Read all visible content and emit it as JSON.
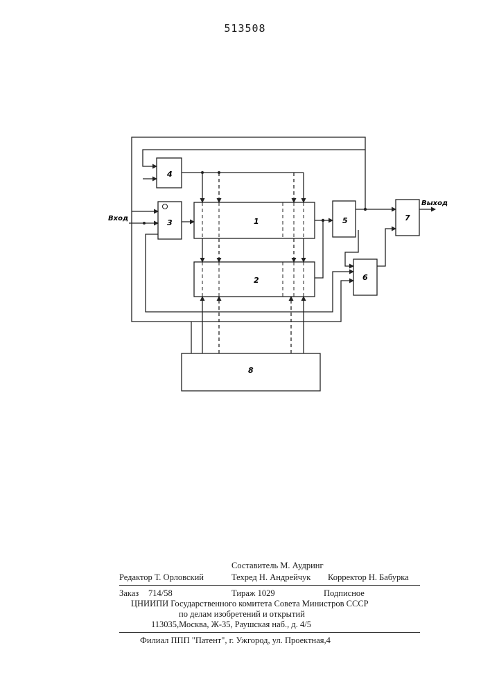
{
  "patent_number": "513508",
  "diagram": {
    "blocks": {
      "b1": "1",
      "b2": "2",
      "b3": "3",
      "b4": "4",
      "b5": "5",
      "b6": "6",
      "b7": "7",
      "b8": "8",
      "b3_marker": "0"
    },
    "input_label": "Вход",
    "output_label": "Выход"
  },
  "colophon": {
    "compiler": "Составитель М. Аудринг",
    "editor": "Редактор Т. Орловский",
    "techred": "Техред Н. Андрейчук",
    "corrector": "Корректор Н. Бабурка",
    "order_label": "Заказ",
    "order_value": "714/58",
    "circulation": "Тираж 1029",
    "subscription": "Подписное",
    "org_line1": "ЦНИИПИ Государственного комитета Совета Министров СССР",
    "org_line2": "по делам изобретений и открытий",
    "org_address": "113035,Москва, Ж-35, Раушская наб., д. 4/5",
    "branch": "Филиал ППП \"Патент\", г. Ужгород, ул. Проектная,4"
  }
}
